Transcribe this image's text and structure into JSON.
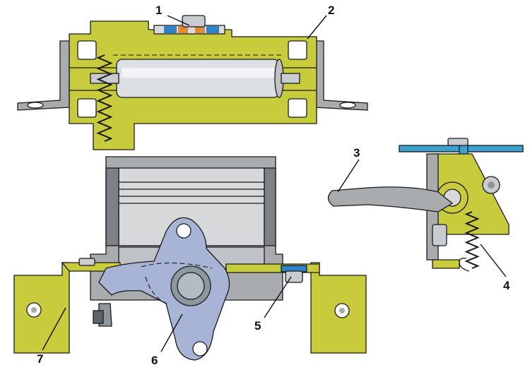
{
  "diagram": {
    "colors": {
      "bracket": "#c8cc3c",
      "bracket_dark": "#9ea42a",
      "frame_gray": "#a9acaf",
      "frame_light": "#d6d8da",
      "rod": "#dde0e3",
      "lever": "#a7b4d6",
      "blue_plate": "#3da0cf",
      "washer_blue": "#2f82c8",
      "washer_orange": "#e08a33",
      "outline": "#1a1a1a"
    },
    "callouts": [
      {
        "id": "1",
        "label": "1"
      },
      {
        "id": "2",
        "label": "2"
      },
      {
        "id": "3",
        "label": "3"
      },
      {
        "id": "4",
        "label": "4"
      },
      {
        "id": "5",
        "label": "5"
      },
      {
        "id": "6",
        "label": "6"
      },
      {
        "id": "7",
        "label": "7"
      }
    ]
  }
}
